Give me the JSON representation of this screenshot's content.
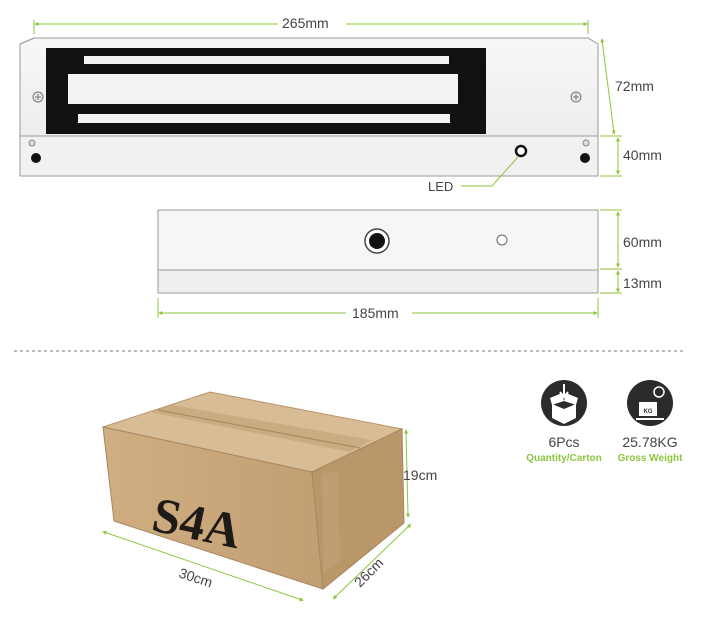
{
  "lock": {
    "width_label": "265mm",
    "height_label": "72mm",
    "depth_label": "40mm",
    "led_label": "LED"
  },
  "plate": {
    "width_label": "185mm",
    "height_label": "60mm",
    "thickness_label": "13mm"
  },
  "carton": {
    "marking": "S4A",
    "length_label": "30cm",
    "width_label": "26cm",
    "height_label": "19cm"
  },
  "specs": [
    {
      "icon": "package-box-icon",
      "value": "6Pcs",
      "label": "Quantity/Carton"
    },
    {
      "icon": "weight-scale-icon",
      "value": "25.78KG",
      "label": "Gross Weight"
    }
  ],
  "colors": {
    "accent": "#8cc63f",
    "dark_icon": "#2b2b2b",
    "carton": "#c9a77a"
  }
}
